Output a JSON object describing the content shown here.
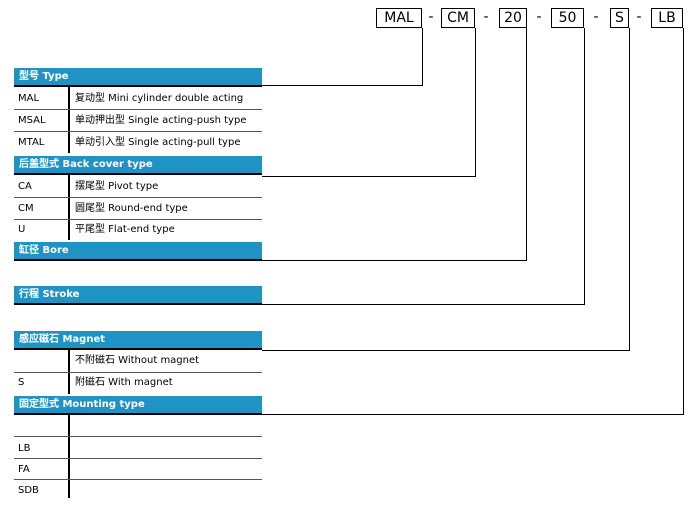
{
  "code": {
    "parts": [
      "MAL",
      "CM",
      "20",
      "50",
      "S",
      "LB"
    ],
    "separator": "-"
  },
  "sections": {
    "type": {
      "title": "型号 Type",
      "rows": [
        {
          "code": "MAL",
          "desc": "复动型 Mini cylinder double acting"
        },
        {
          "code": "MSAL",
          "desc": "单动押出型 Single acting-push type"
        },
        {
          "code": "MTAL",
          "desc": "单动引入型 Single acting-pull type"
        }
      ]
    },
    "back_cover": {
      "title": "后盖型式 Back cover type",
      "rows": [
        {
          "code": "CA",
          "desc": "摆尾型 Pivot type"
        },
        {
          "code": "CM",
          "desc": "圆尾型 Round-end type"
        },
        {
          "code": "U",
          "desc": "平尾型 Flat-end type"
        }
      ]
    },
    "bore": {
      "title": "缸径 Bore"
    },
    "stroke": {
      "title": "行程 Stroke"
    },
    "magnet": {
      "title": "感应磁石 Magnet",
      "rows": [
        {
          "code": "",
          "desc": "不附磁石 Without magnet"
        },
        {
          "code": "S",
          "desc": "附磁石 With magnet"
        }
      ]
    },
    "mounting": {
      "title": "固定型式 Mounting type",
      "rows": [
        {
          "code": "",
          "desc": ""
        },
        {
          "code": "LB",
          "desc": ""
        },
        {
          "code": "FA",
          "desc": ""
        },
        {
          "code": "SDB",
          "desc": ""
        }
      ]
    }
  },
  "colors": {
    "header_bg": "#1e93c4",
    "header_text": "#ffffff"
  }
}
